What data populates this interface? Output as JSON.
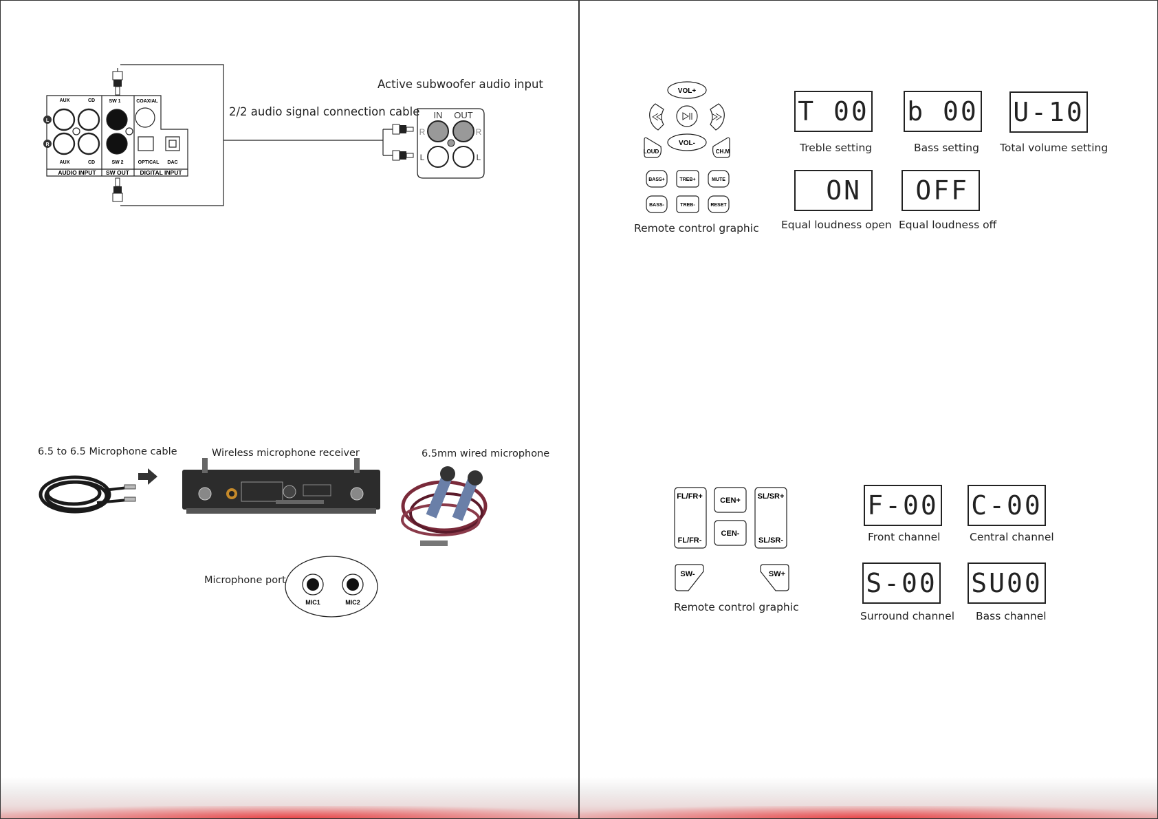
{
  "left_page": {
    "connection": {
      "panel_labels": {
        "aux_top": "AUX",
        "cd_top": "CD",
        "sw1": "SW 1",
        "coaxial": "COAXIAL",
        "aux_bottom": "AUX",
        "cd_bottom": "CD",
        "sw2": "SW 2",
        "optical": "OPTICAL",
        "dac": "DAC",
        "audio_input": "AUDIO INPUT",
        "sw_out": "SW OUT",
        "digital_input": "DIGITAL INPUT",
        "l_marker": "L",
        "r_marker": "R"
      },
      "cable_caption": "2/2 audio signal connection cable",
      "subwoofer_caption": "Active subwoofer audio input",
      "sub_labels": {
        "in": "IN",
        "out": "OUT",
        "r_left": "R",
        "r_right": "R",
        "l_left": "L",
        "l_right": "L"
      }
    },
    "microphone": {
      "cable_caption": "6.5 to 6.5 Microphone cable",
      "receiver_caption": "Wireless microphone receiver",
      "wired_mic_caption": "6.5mm wired microphone",
      "port_caption": "Microphone port",
      "mic1": "MIC1",
      "mic2": "MIC2"
    }
  },
  "right_page": {
    "remote1": {
      "buttons": {
        "vol_plus": "VOL+",
        "vol_minus": "VOL-",
        "loud": "LOUD",
        "chm": "CH.M",
        "bass_plus": "BASS+",
        "treb_plus": "TREB+",
        "mute": "MUTE",
        "bass_minus": "BASS-",
        "treb_minus": "TREB-",
        "reset": "RESET"
      },
      "caption": "Remote control graphic"
    },
    "displays1": [
      {
        "lcd": "T 00",
        "caption": "Treble setting"
      },
      {
        "lcd": "b 00",
        "caption": "Bass setting"
      },
      {
        "lcd": "U-10",
        "caption": "Total volume setting"
      },
      {
        "lcd": "ON",
        "caption": "Equal loudness open"
      },
      {
        "lcd": "OFF",
        "caption": "Equal loudness off"
      }
    ],
    "remote2": {
      "buttons": {
        "flfr_plus": "FL/FR+",
        "flfr_minus": "FL/FR-",
        "cen_plus": "CEN+",
        "cen_minus": "CEN-",
        "slsr_plus": "SL/SR+",
        "slsr_minus": "SL/SR-",
        "sw_minus": "SW-",
        "sw_plus": "SW+"
      },
      "caption": "Remote control graphic"
    },
    "displays2": [
      {
        "lcd": "F-00",
        "caption": "Front channel"
      },
      {
        "lcd": "C-00",
        "caption": "Central channel"
      },
      {
        "lcd": "S-00",
        "caption": "Surround channel"
      },
      {
        "lcd": "SU00",
        "caption": "Bass channel"
      }
    ]
  }
}
